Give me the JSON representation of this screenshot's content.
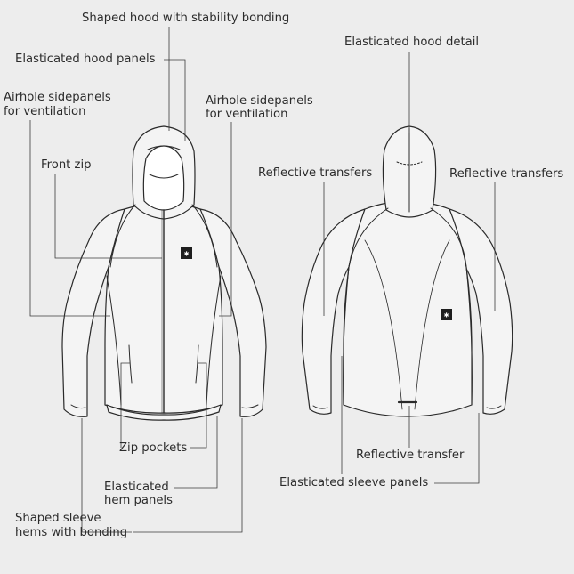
{
  "labels": {
    "shaped_hood": "Shaped hood with stability bonding",
    "elasticated_hood_panels": "Elasticated hood panels",
    "airhole_left_1": "Airhole sidepanels",
    "airhole_left_2": "for ventilation",
    "front_zip": "Front zip",
    "airhole_right_1": "Airhole sidepanels",
    "airhole_right_2": "for ventilation",
    "elasticated_hood_detail": "Elasticated hood detail",
    "reflective_transfers_left": "Reflective transfers",
    "reflective_transfers_right": "Reflective transfers",
    "zip_pockets": "Zip pockets",
    "elasticated_hem_1": "Elasticated",
    "elasticated_hem_2": "hem panels",
    "shaped_sleeve_1": "Shaped sleeve",
    "shaped_sleeve_2": "hems with bonding",
    "reflective_transfer": "Reflective transfer",
    "elasticated_sleeve_panels": "Elasticated sleeve panels"
  },
  "colors": {
    "background": "#ededed",
    "line": "#2a2a2a",
    "leader": "#3a3a3a",
    "fill": "#f4f4f4"
  }
}
